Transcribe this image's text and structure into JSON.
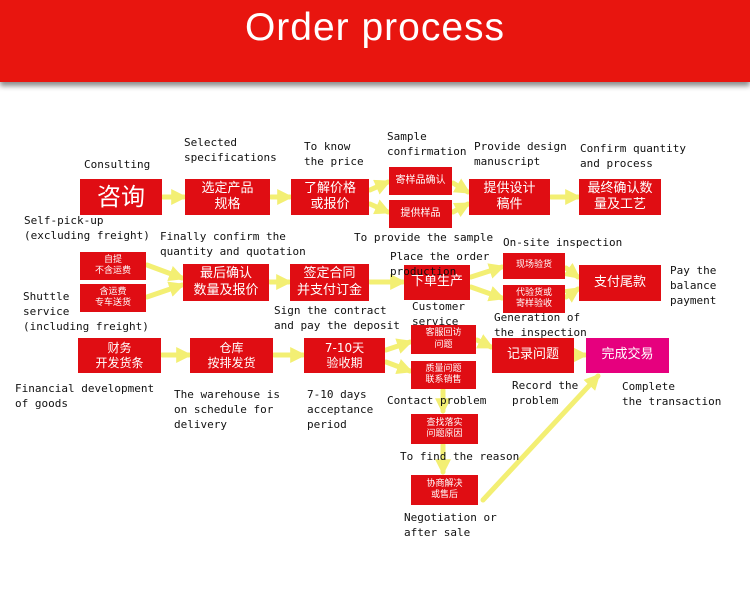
{
  "title": "Order process",
  "colors": {
    "header": "#e8150f",
    "box": "#e00d13",
    "final_box": "#e6007e",
    "arrow": "#f3ef73"
  },
  "boxes": {
    "consult": "咨询",
    "select_spec": "选定产品\n规格",
    "know_price": "了解价格\n或报价",
    "sample_confirm": "寄样品确认",
    "provide_sample": "提供样品",
    "provide_design": "提供设计\n稿件",
    "confirm_qty": "最终确认数\n量及工艺",
    "self_pickup": "自提\n不含运费",
    "shuttle": "含运费\n专车送货",
    "final_quote": "最后确认\n数量及报价",
    "sign_contract": "签定合同\n并支付订金",
    "place_order": "下单生产",
    "onsite_inspect": "现场验货",
    "inspect_gen": "代验货或\n寄样验收",
    "pay_balance": "支付尾款",
    "finance": "财务\n开发货条",
    "warehouse": "仓库\n按排发货",
    "acceptance": "7-10天\n验收期",
    "cs_visit": "客服回访\n问题",
    "quality": "质量问题\n联系销售",
    "record": "记录问题",
    "complete": "完成交易",
    "find_reason": "查找落实\n问题原因",
    "negotiate": "协商解决\n或售后"
  },
  "labels": {
    "consulting": "Consulting",
    "selected_spec": "Selected\nspecifications",
    "to_know": "To know\nthe price",
    "sample_conf": "Sample\nconfirmation",
    "provide_design": "Provide design\nmanuscript",
    "confirm_qty": "Confirm quantity\nand process",
    "self_pickup": "Self-pick-up\n(excluding freight)",
    "finally_confirm": "Finally confirm the\nquantity and quotation",
    "to_provide": "To provide the sample",
    "place_order": "Place the order\nproduction",
    "onsite": "On-site inspection",
    "pay_balance": "Pay the\nbalance\npayment",
    "shuttle": "Shuttle\nservice\n(including freight)",
    "sign_contract": "Sign the contract\nand pay the deposit",
    "customer_service": "Customer\nservice",
    "generation": "Generation of\nthe inspection",
    "financial": "Financial development\nof goods",
    "warehouse": "The warehouse is\non schedule for\ndelivery",
    "acceptance": "7-10 days\nacceptance\nperiod",
    "contact": "Contact problem",
    "record": "Record the\nproblem",
    "complete": "Complete\nthe transaction",
    "find_reason": "To find the reason",
    "negotiation": "Negotiation or\nafter sale"
  }
}
